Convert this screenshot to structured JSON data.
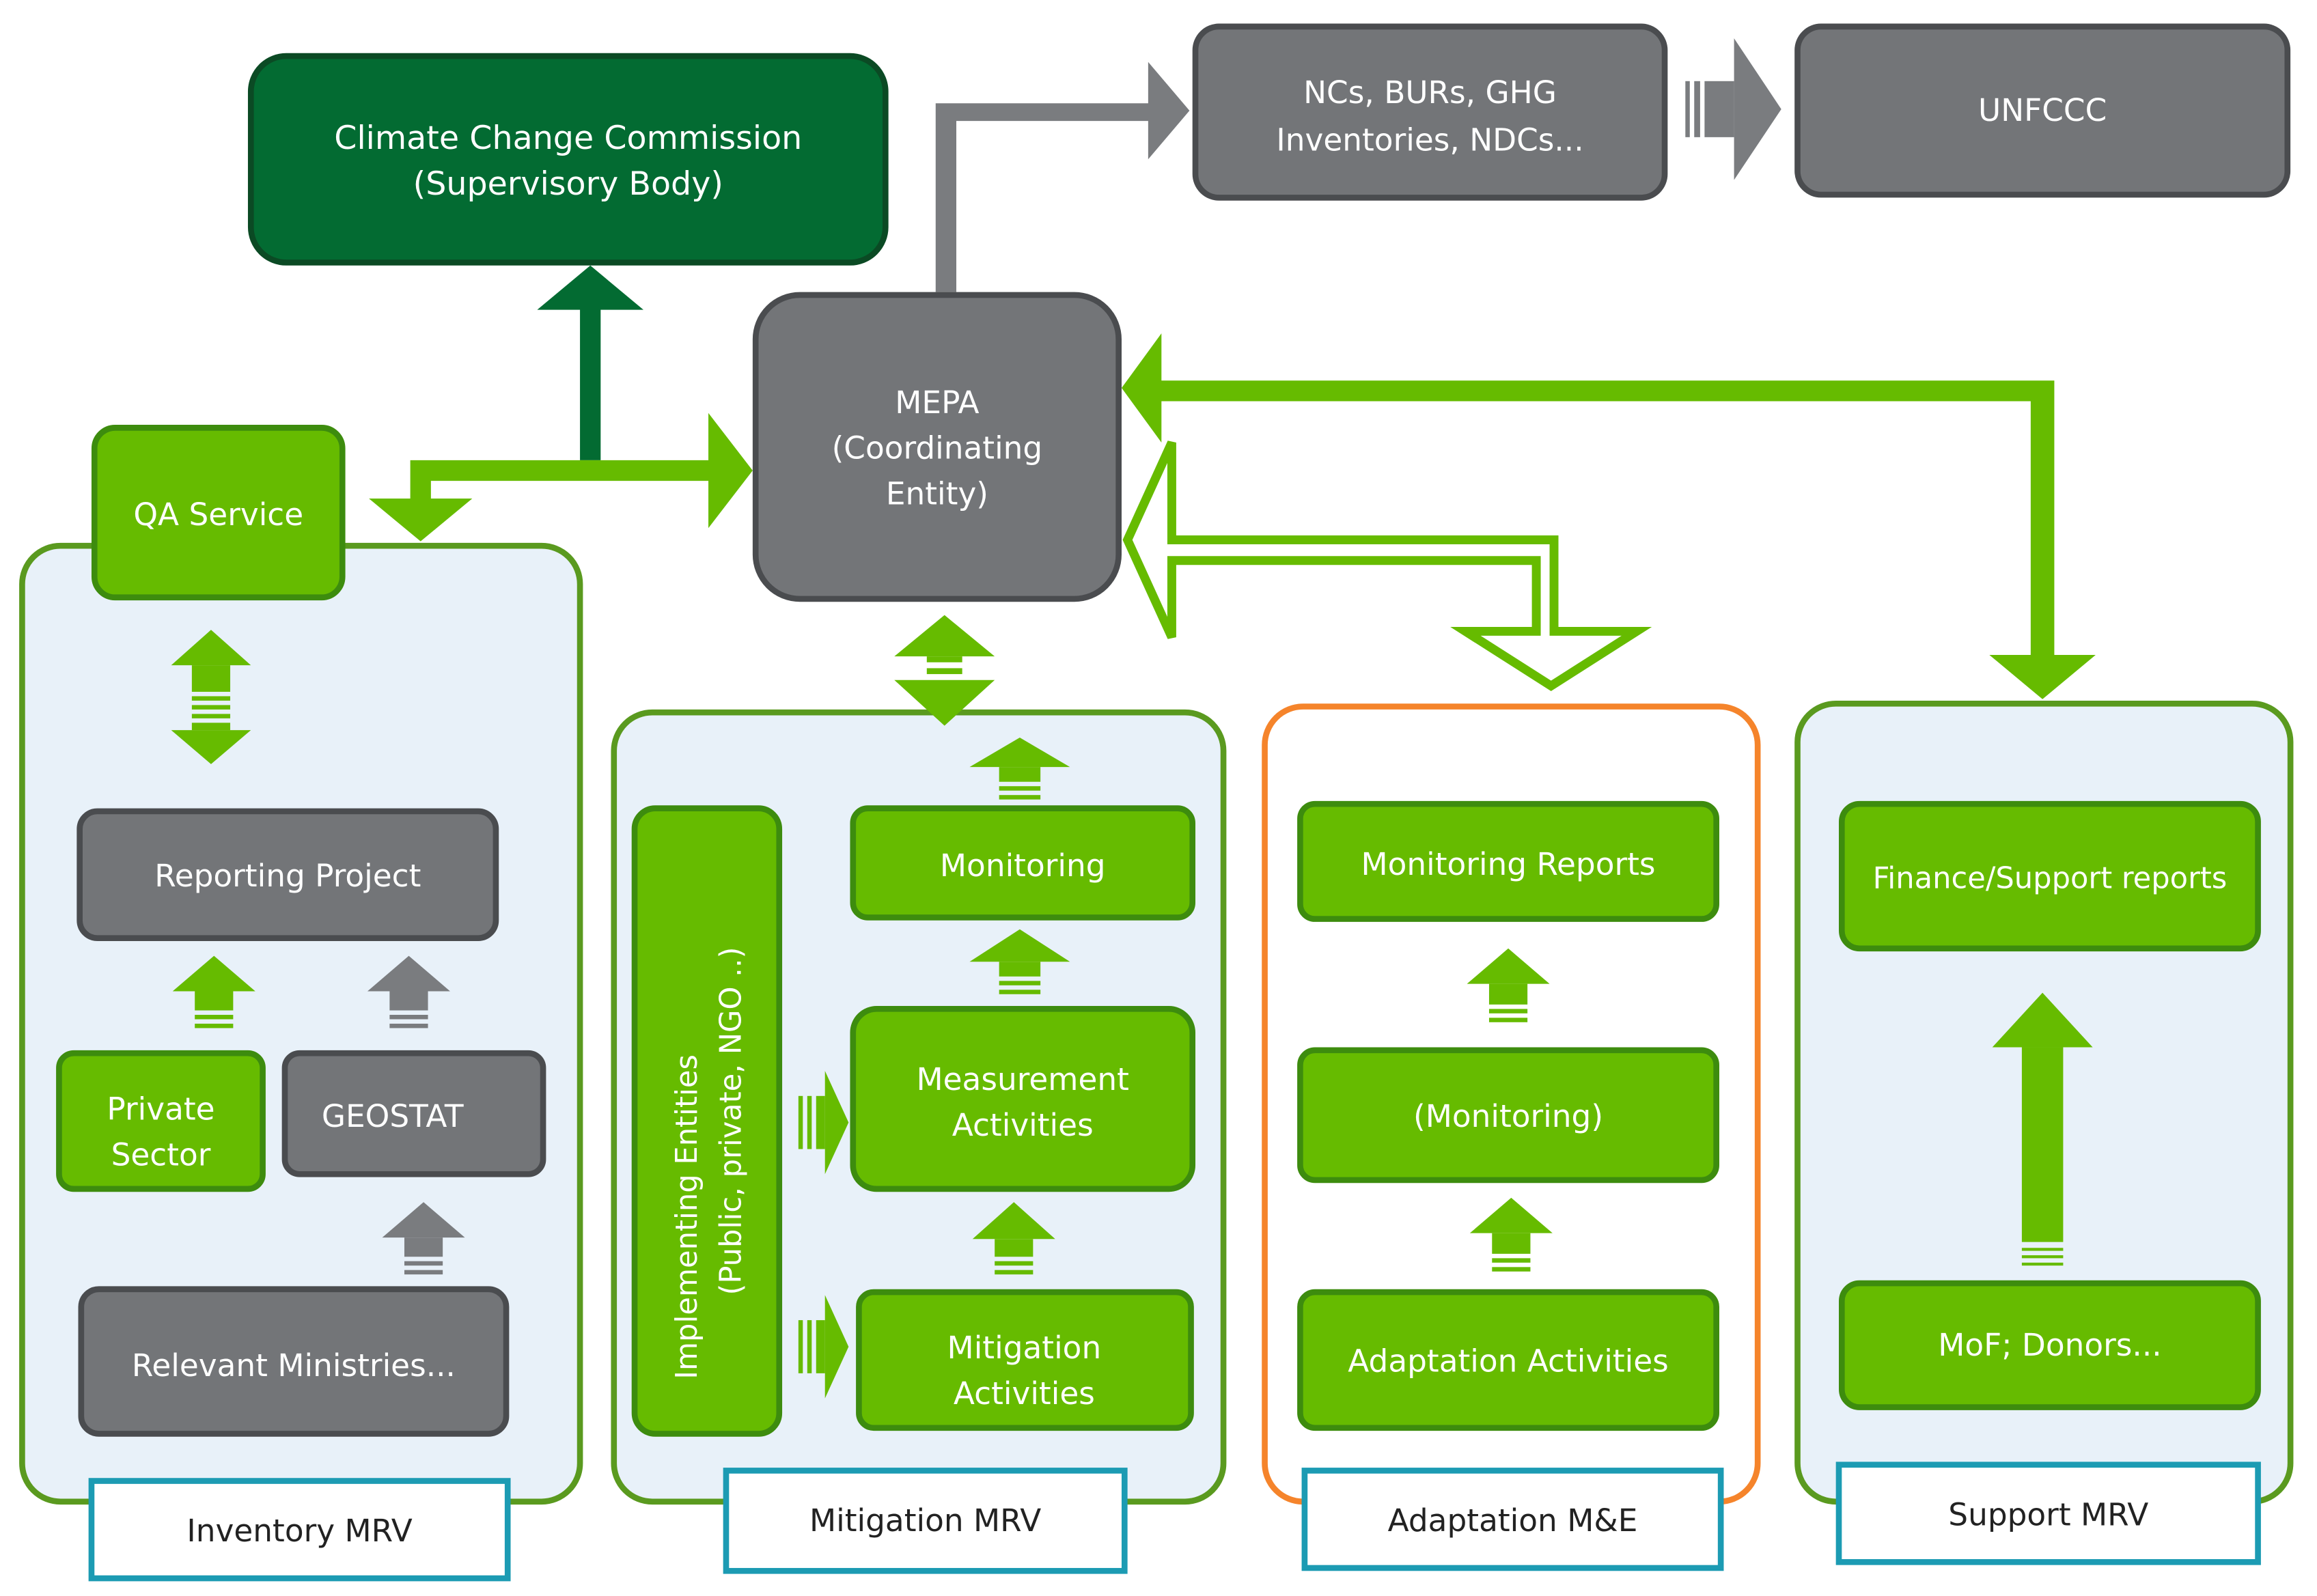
{
  "colors": {
    "dark_green": "#036b32",
    "bright_green": "#66bb00",
    "green_border": "#3d8c0e",
    "gray_fill": "#737578",
    "gray_border": "#4a4c4f",
    "group_fill": "#e8f1f9",
    "group_border": "#5a9a1f",
    "adaptation_border": "#f5842b",
    "label_border": "#1c9bb3",
    "arrow_gray": "#7a7c7f"
  },
  "nodes": {
    "climate_change_commission": {
      "line1": "Climate Change Commission",
      "line2": "(Supervisory Body)"
    },
    "ncs_burs": {
      "line1": "NCs, BURs, GHG",
      "line2": "Inventories, NDCs..."
    },
    "unfccc": {
      "label": "UNFCCC"
    },
    "mepa": {
      "line1": "MEPA",
      "line2": "(Coordinating",
      "line3": "Entity)"
    },
    "qa_service": {
      "label": "QA Service"
    },
    "reporting_project": {
      "label": "Reporting Project"
    },
    "private_sector": {
      "line1": "Private",
      "line2": "Sector"
    },
    "geostat": {
      "label": "GEOSTAT"
    },
    "relevant_ministries": {
      "label": "Relevant Ministries..."
    },
    "implementing_entities": {
      "line1": "Implementing Entities",
      "line2": "(Public, private, NGO ..)"
    },
    "monitoring": {
      "label": "Monitoring"
    },
    "measurement_activities": {
      "line1": "Measurement",
      "line2": "Activities"
    },
    "mitigation_activities": {
      "line1": "Mitigation",
      "line2": "Activities"
    },
    "monitoring_reports": {
      "label": "Monitoring Reports"
    },
    "monitoring_paren": {
      "label": "(Monitoring)"
    },
    "adaptation_activities": {
      "label": "Adaptation Activities"
    },
    "finance_support_reports": {
      "label": "Finance/Support reports"
    },
    "mof_donors": {
      "label": "MoF; Donors..."
    }
  },
  "groups": {
    "inventory": {
      "label": "Inventory MRV"
    },
    "mitigation": {
      "label": "Mitigation MRV"
    },
    "adaptation": {
      "label": "Adaptation M&E"
    },
    "support": {
      "label": "Support MRV"
    }
  }
}
